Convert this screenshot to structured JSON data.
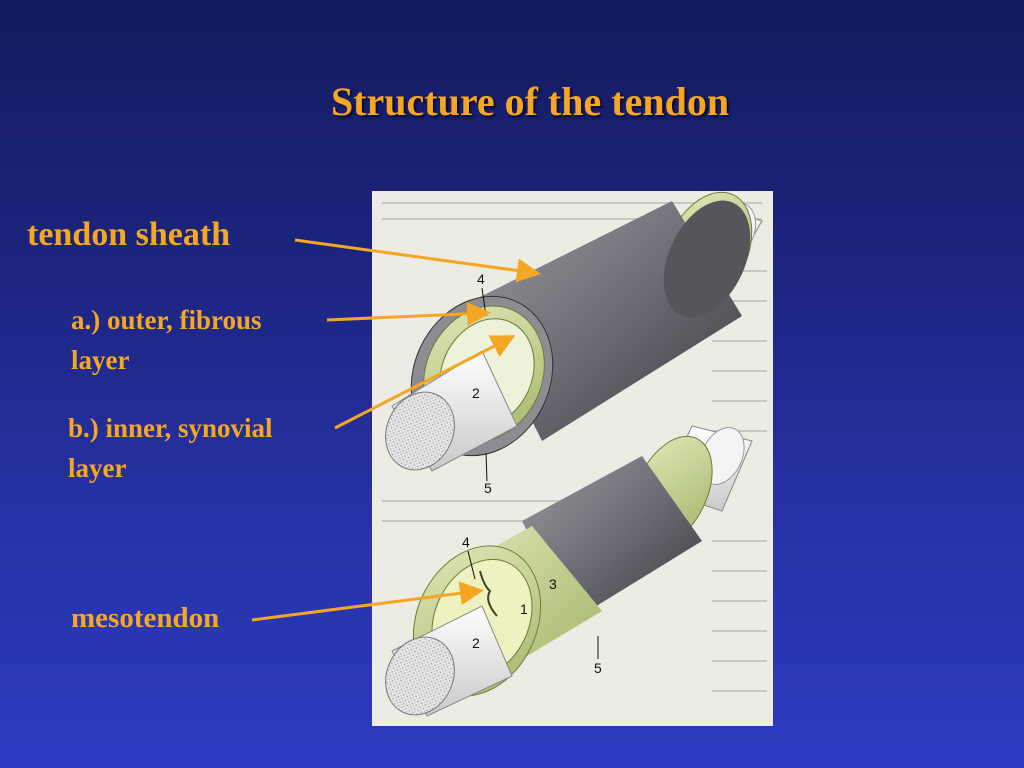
{
  "slide": {
    "title": "Structure of the tendon"
  },
  "labels": {
    "tendon_sheath": "tendon sheath",
    "outer_layer": "a.) outer, fibrous layer",
    "inner_layer": "b.) inner, synovial layer",
    "mesotendon": "mesotendon"
  },
  "figure": {
    "numbers_top": [
      "4",
      "2",
      "5"
    ],
    "numbers_bottom": [
      "4",
      "3",
      "1",
      "2",
      "5"
    ]
  },
  "colors": {
    "background_top": "#141a5e",
    "background_bottom": "#2d3ac0",
    "label_orange": "#f5a623"
  }
}
